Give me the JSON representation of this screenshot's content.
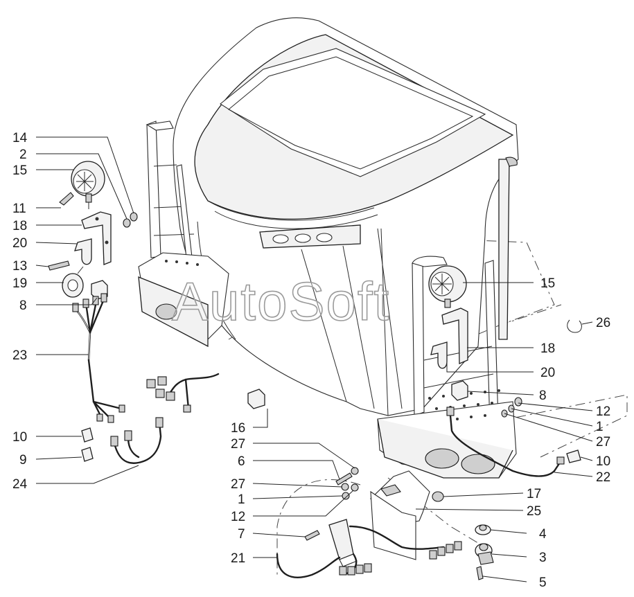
{
  "watermark": "AutoSoft",
  "callouts_left": [
    {
      "id": "l14",
      "label": "14"
    },
    {
      "id": "l2",
      "label": "2"
    },
    {
      "id": "l15",
      "label": "15"
    },
    {
      "id": "l11",
      "label": "11"
    },
    {
      "id": "l18",
      "label": "18"
    },
    {
      "id": "l20",
      "label": "20"
    },
    {
      "id": "l13",
      "label": "13"
    },
    {
      "id": "l19",
      "label": "19"
    },
    {
      "id": "l8",
      "label": "8"
    },
    {
      "id": "l23",
      "label": "23"
    },
    {
      "id": "l10",
      "label": "10"
    },
    {
      "id": "l9",
      "label": "9"
    },
    {
      "id": "l24",
      "label": "24"
    }
  ],
  "callouts_center": [
    {
      "id": "c16",
      "label": "16"
    },
    {
      "id": "c27a",
      "label": "27"
    },
    {
      "id": "c6",
      "label": "6"
    },
    {
      "id": "c27b",
      "label": "27"
    },
    {
      "id": "c1",
      "label": "1"
    },
    {
      "id": "c12",
      "label": "12"
    },
    {
      "id": "c7",
      "label": "7"
    },
    {
      "id": "c21",
      "label": "21"
    }
  ],
  "callouts_right": [
    {
      "id": "r15",
      "label": "15"
    },
    {
      "id": "r26",
      "label": "26"
    },
    {
      "id": "r18",
      "label": "18"
    },
    {
      "id": "r20",
      "label": "20"
    },
    {
      "id": "r8",
      "label": "8"
    },
    {
      "id": "r12",
      "label": "12"
    },
    {
      "id": "r1",
      "label": "1"
    },
    {
      "id": "r27",
      "label": "27"
    },
    {
      "id": "r10",
      "label": "10"
    },
    {
      "id": "r22",
      "label": "22"
    },
    {
      "id": "r17",
      "label": "17"
    },
    {
      "id": "r25",
      "label": "25"
    },
    {
      "id": "r4",
      "label": "4"
    },
    {
      "id": "r3",
      "label": "3"
    },
    {
      "id": "r5",
      "label": "5"
    }
  ]
}
